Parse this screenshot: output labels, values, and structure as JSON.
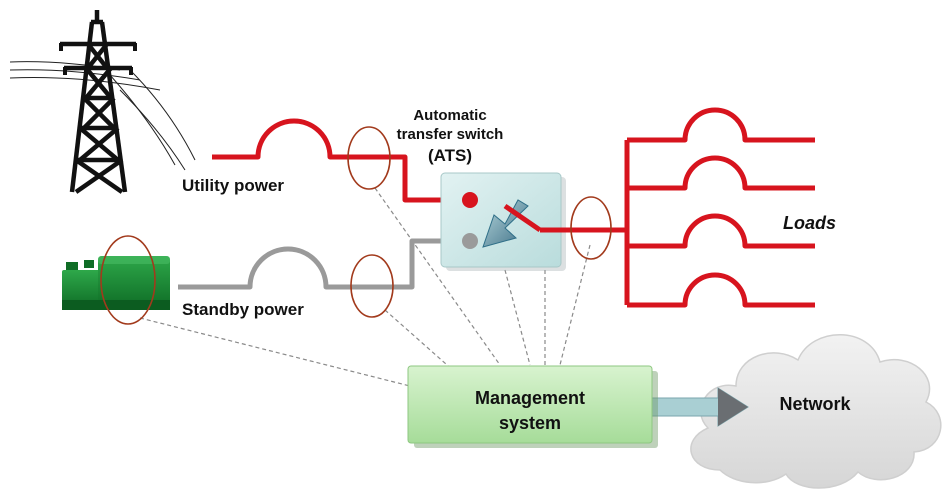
{
  "labels": {
    "ats_line1": "Automatic",
    "ats_line2": "transfer switch",
    "ats_abbr": "(ATS)",
    "utility_power": "Utility power",
    "standby_power": "Standby power",
    "loads": "Loads",
    "management_line1": "Management",
    "management_line2": "system",
    "network": "Network"
  },
  "colors": {
    "utility_line": "#d7141e",
    "standby_line": "#9a9a9a",
    "monitor_ring": "#a23a1c",
    "generator": "#1a8a34",
    "ats_box": "#cfe6e6",
    "management_box": "#bde6b4",
    "network_cloud": "#e4e4e4",
    "arrow": "#9fc6cc"
  },
  "icons": {
    "transmission_tower": "transmission-tower-icon",
    "generator": "generator-icon",
    "switch_arrow": "switch-arrow-icon",
    "cloud": "cloud-icon"
  }
}
